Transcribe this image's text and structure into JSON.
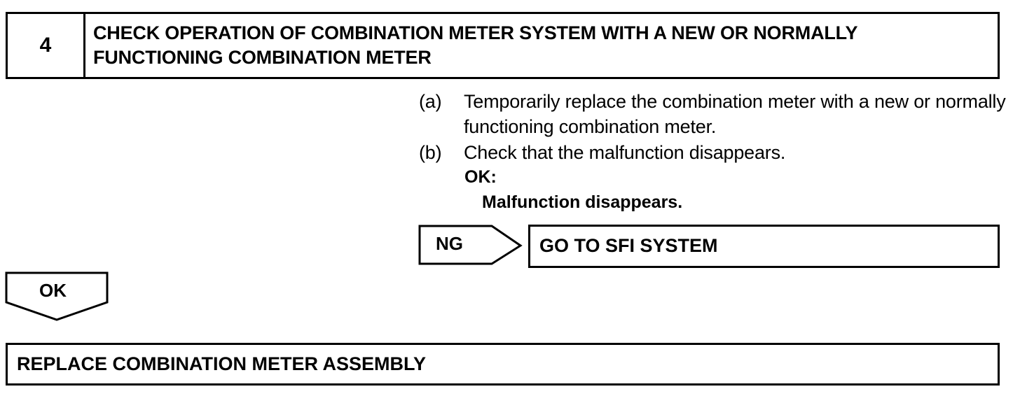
{
  "step": {
    "number": "4",
    "title": "CHECK OPERATION OF COMBINATION METER SYSTEM WITH A NEW OR NORMALLY FUNCTIONING COMBINATION METER"
  },
  "procedure": {
    "items": [
      {
        "letter": "(a)",
        "text": "Temporarily replace the combination meter with a new or normally functioning combination meter."
      },
      {
        "letter": "(b)",
        "text": "Check that the malfunction disappears."
      }
    ],
    "ok_label": "OK:",
    "ok_text": "Malfunction disappears."
  },
  "ng_branch": {
    "label": "NG",
    "action": "GO TO SFI SYSTEM"
  },
  "ok_branch": {
    "label": "OK",
    "action": "REPLACE COMBINATION METER ASSEMBLY"
  }
}
